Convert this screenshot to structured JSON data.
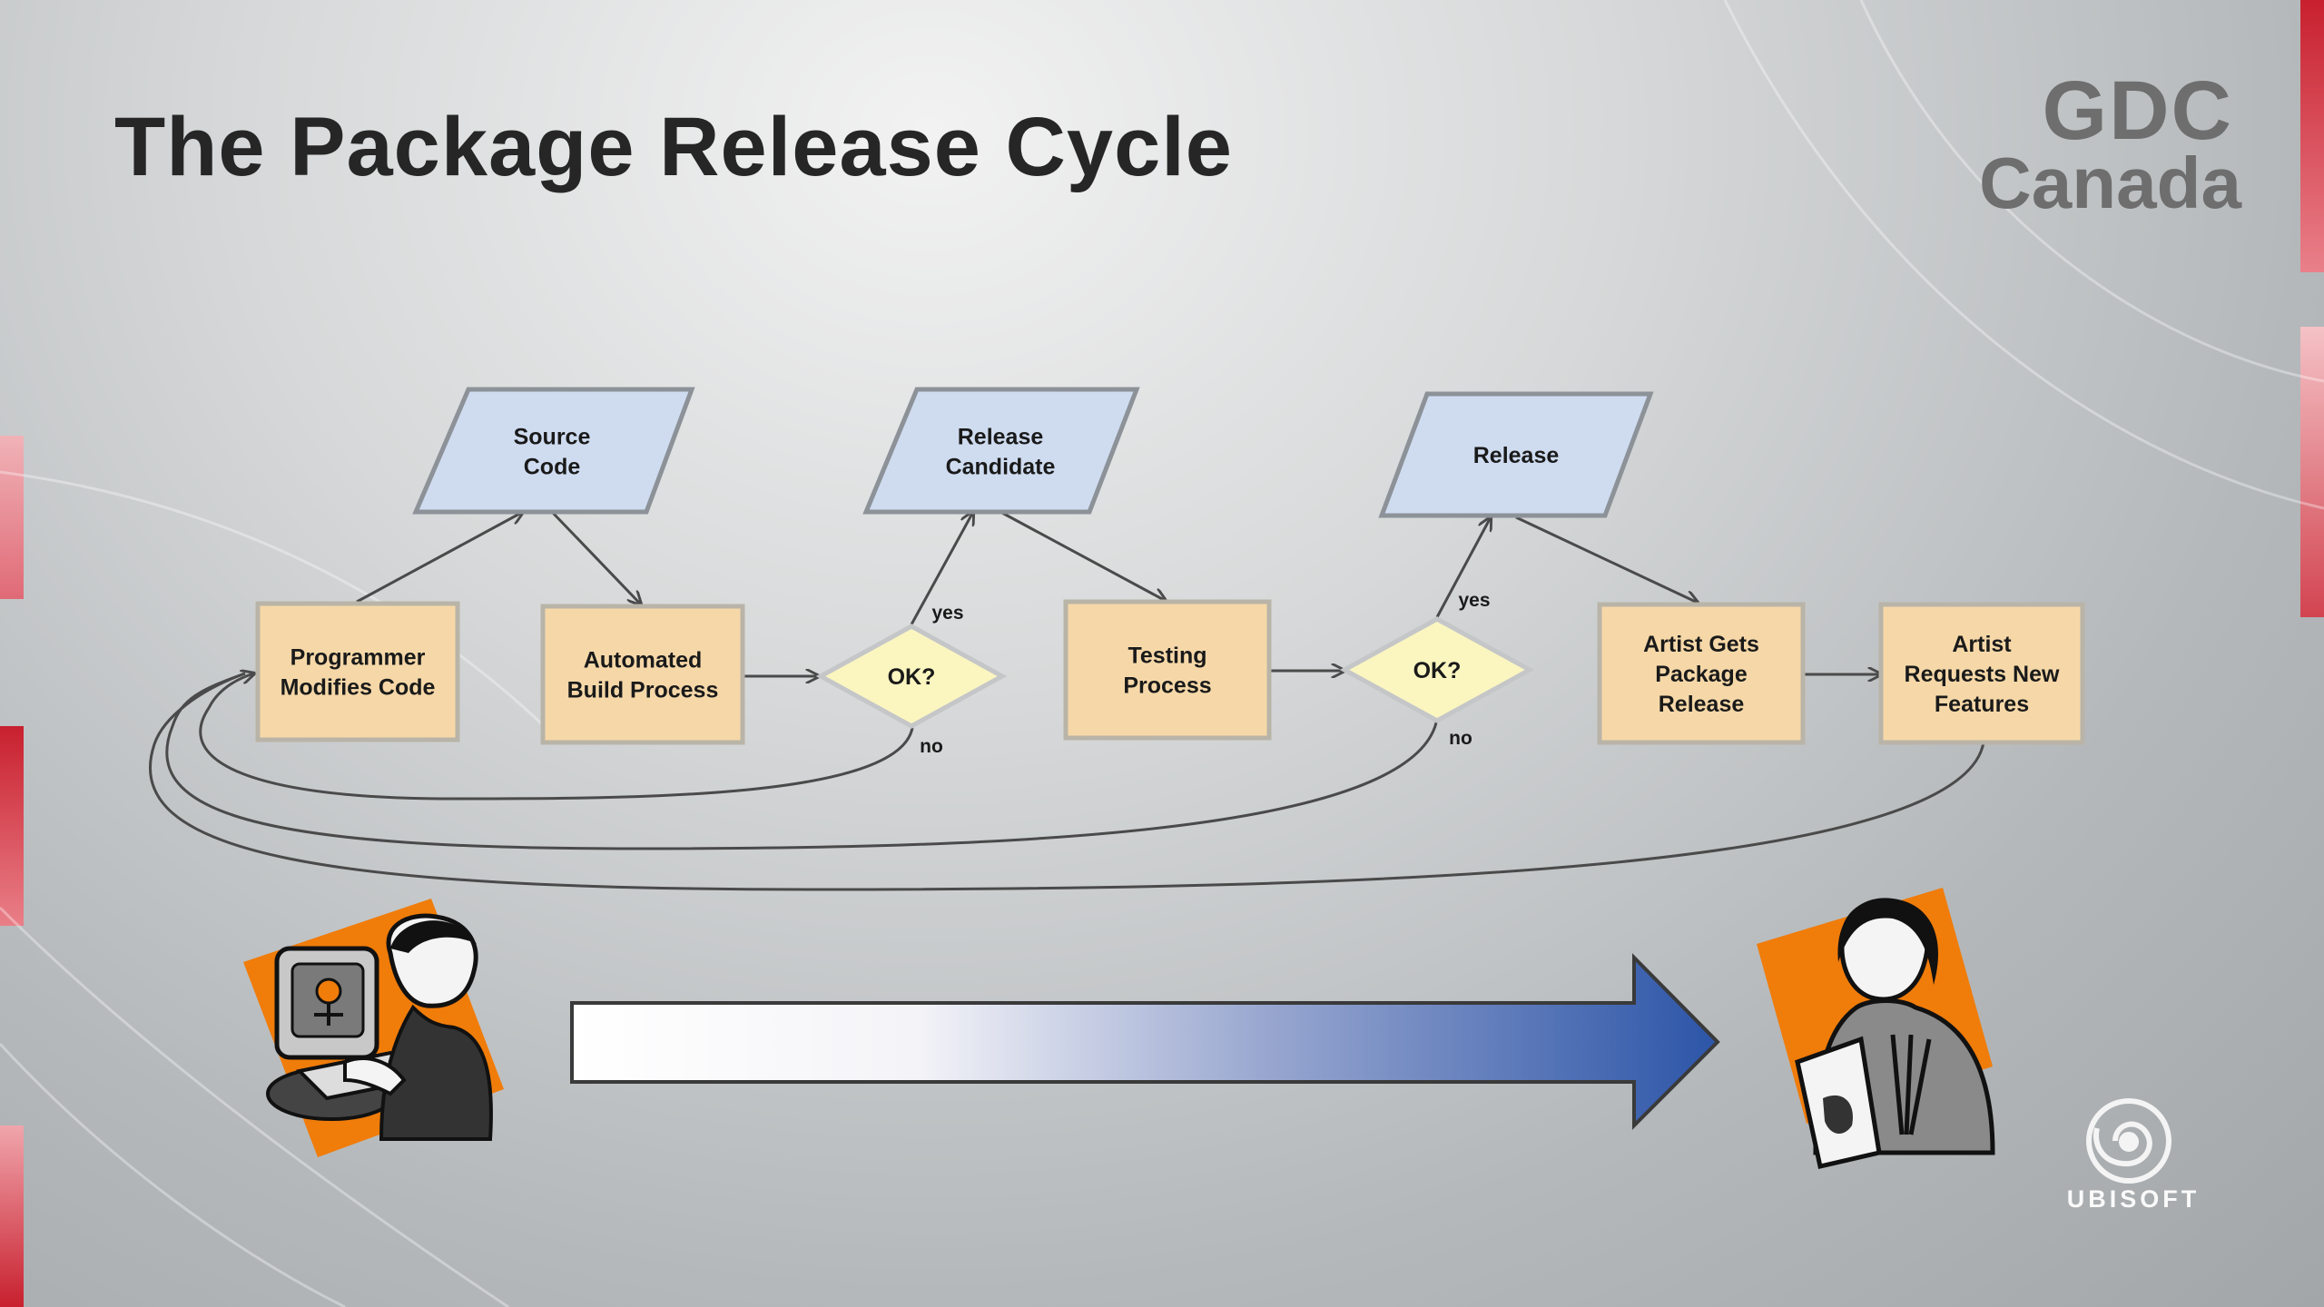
{
  "slide": {
    "title": "The Package Release Cycle",
    "logo": {
      "line1": "GDC",
      "line2": "Canada"
    },
    "sponsor": "UBISOFT"
  },
  "flow": {
    "data_nodes": [
      {
        "id": "source",
        "lines": [
          "Source",
          "Code"
        ]
      },
      {
        "id": "rc",
        "lines": [
          "Release",
          "Candidate"
        ]
      },
      {
        "id": "release",
        "lines": [
          "Release"
        ]
      }
    ],
    "process_nodes": [
      {
        "id": "programmer",
        "lines": [
          "Programmer",
          "Modifies Code"
        ]
      },
      {
        "id": "build",
        "lines": [
          "Automated",
          "Build Process"
        ]
      },
      {
        "id": "testing",
        "lines": [
          "Testing",
          "Process"
        ]
      },
      {
        "id": "artist_gets",
        "lines": [
          "Artist Gets",
          "Package",
          "Release"
        ]
      },
      {
        "id": "artist_req",
        "lines": [
          "Artist",
          "Requests New",
          "Features"
        ]
      }
    ],
    "decisions": [
      {
        "id": "ok1",
        "label": "OK?",
        "yes": "yes",
        "no": "no"
      },
      {
        "id": "ok2",
        "label": "OK?",
        "yes": "yes",
        "no": "no"
      }
    ]
  },
  "colors": {
    "process_fill": "#f6d8a8",
    "data_fill": "#cfdcf0",
    "decision_fill": "#fbf5c0",
    "node_stroke": "#8c9298",
    "line": "#4a4a4a",
    "arrow_blue": "#2c55a8",
    "accent_orange": "#f07c0a",
    "accent_red": "#c81e2c"
  },
  "illustrations": [
    "programmer-at-computer-icon",
    "artist-with-sketchbook-icon",
    "gradient-progress-arrow"
  ]
}
